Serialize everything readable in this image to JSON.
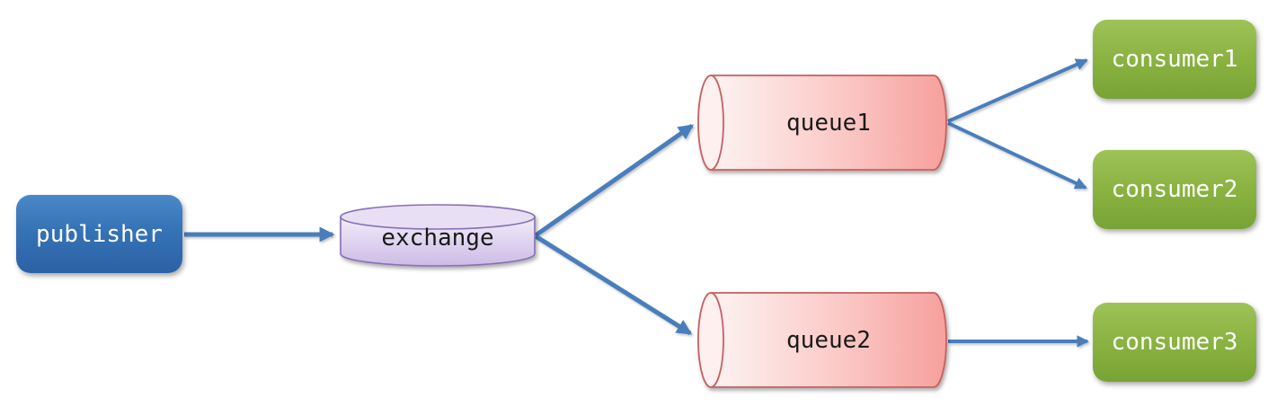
{
  "diagram": {
    "nodes": {
      "publisher": {
        "label": "publisher",
        "shape": "rounded-box",
        "fill": "#3573b7",
        "text_color": "#ffffff"
      },
      "exchange": {
        "label": "exchange",
        "shape": "cylinder-vertical",
        "fill": "#d9c9ec",
        "border": "#8671b5",
        "text_color": "#1a1a1a"
      },
      "queue1": {
        "label": "queue1",
        "shape": "cylinder-horizontal",
        "fill": "#f8aba8",
        "border": "#c85f5f",
        "text_color": "#1a1a1a"
      },
      "queue2": {
        "label": "queue2",
        "shape": "cylinder-horizontal",
        "fill": "#f8aba8",
        "border": "#c85f5f",
        "text_color": "#1a1a1a"
      },
      "consumer1": {
        "label": "consumer1",
        "shape": "rounded-box",
        "fill": "#88b140",
        "text_color": "#ffffff"
      },
      "consumer2": {
        "label": "consumer2",
        "shape": "rounded-box",
        "fill": "#88b140",
        "text_color": "#ffffff"
      },
      "consumer3": {
        "label": "consumer3",
        "shape": "rounded-box",
        "fill": "#88b140",
        "text_color": "#ffffff"
      }
    },
    "edges": [
      {
        "from": "publisher",
        "to": "exchange"
      },
      {
        "from": "exchange",
        "to": "queue1"
      },
      {
        "from": "exchange",
        "to": "queue2"
      },
      {
        "from": "queue1",
        "to": "consumer1"
      },
      {
        "from": "queue1",
        "to": "consumer2"
      },
      {
        "from": "queue2",
        "to": "consumer3"
      }
    ],
    "arrow_color": "#4a7ebb",
    "background_color": "#ffffff"
  }
}
